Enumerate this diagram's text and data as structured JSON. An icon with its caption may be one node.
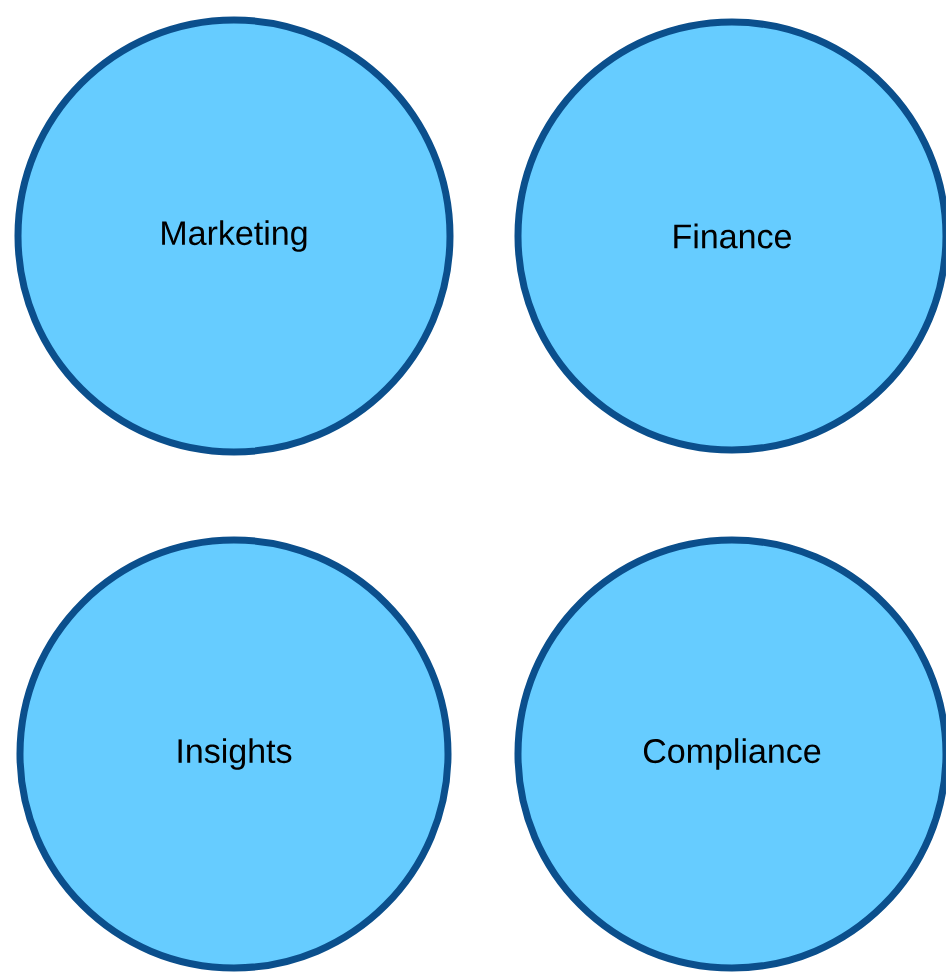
{
  "diagram": {
    "nodes": [
      {
        "text": [
          "Marketing"
        ]
      },
      {
        "text": [
          "Finance"
        ]
      },
      {
        "text": [
          "Insights"
        ]
      },
      {
        "text": [
          "Compliance"
        ]
      }
    ]
  }
}
